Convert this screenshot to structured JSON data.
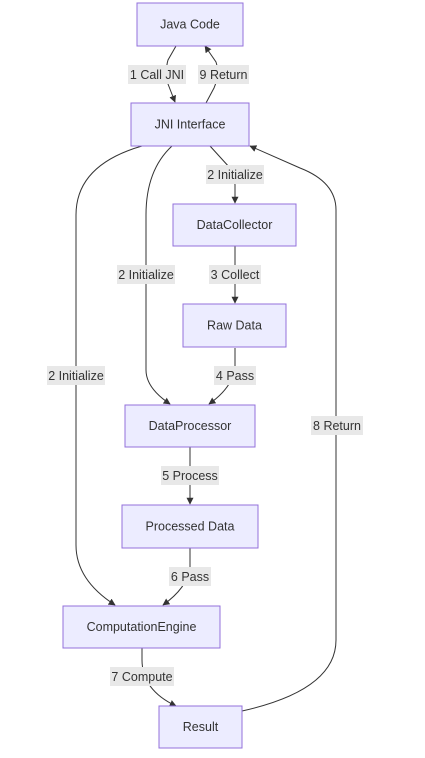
{
  "nodes": {
    "java_code": "Java Code",
    "jni_interface": "JNI Interface",
    "data_collector": "DataCollector",
    "raw_data": "Raw Data",
    "data_processor": "DataProcessor",
    "processed_data": "Processed Data",
    "computation_engine": "ComputationEngine",
    "result": "Result"
  },
  "edges": {
    "call_jni": "1 Call JNI",
    "return_java": "9 Return",
    "init_collector": "2 Initialize",
    "init_processor": "2 Initialize",
    "init_engine": "2 Initialize",
    "collect": "3 Collect",
    "pass_raw": "4 Pass",
    "process": "5 Process",
    "pass_processed": "6 Pass",
    "compute": "7 Compute",
    "return_jni": "8 Return"
  },
  "colors": {
    "node_fill": "#ECECFF",
    "node_stroke": "#9370DB",
    "edge_stroke": "#333333",
    "label_bg": "#e8e8e8"
  }
}
